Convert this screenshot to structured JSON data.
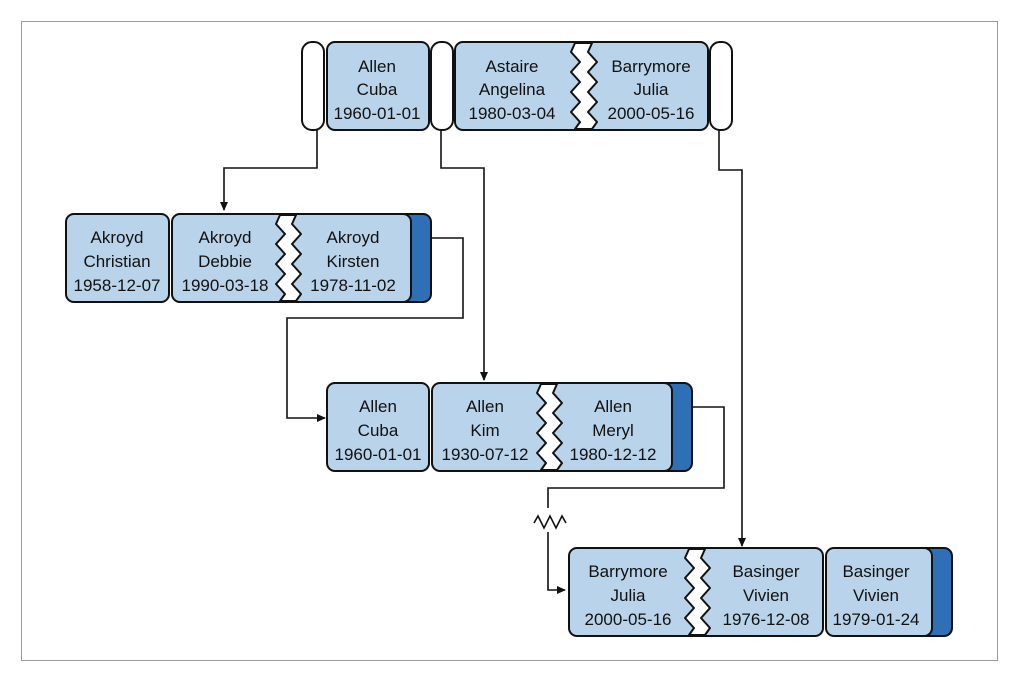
{
  "root": {
    "entries": [
      {
        "last": "Allen",
        "first": "Cuba",
        "date": "1960-01-01"
      },
      {
        "last": "Astaire",
        "first": "Angelina",
        "date": "1980-03-04"
      },
      {
        "last": "Barrymore",
        "first": "Julia",
        "date": "2000-05-16"
      }
    ]
  },
  "leaves": [
    {
      "entries": [
        {
          "last": "Akroyd",
          "first": "Christian",
          "date": "1958-12-07"
        },
        {
          "last": "Akroyd",
          "first": "Debbie",
          "date": "1990-03-18"
        },
        {
          "last": "Akroyd",
          "first": "Kirsten",
          "date": "1978-11-02"
        }
      ]
    },
    {
      "entries": [
        {
          "last": "Allen",
          "first": "Cuba",
          "date": "1960-01-01"
        },
        {
          "last": "Allen",
          "first": "Kim",
          "date": "1930-07-12"
        },
        {
          "last": "Allen",
          "first": "Meryl",
          "date": "1980-12-12"
        }
      ]
    },
    {
      "entries": [
        {
          "last": "Barrymore",
          "first": "Julia",
          "date": "2000-05-16"
        },
        {
          "last": "Basinger",
          "first": "Vivien",
          "date": "1976-12-08"
        },
        {
          "last": "Basinger",
          "first": "Vivien",
          "date": "1979-01-24"
        }
      ]
    }
  ],
  "colors": {
    "cell": "#b9d3ea",
    "marker": "#2f6fb6",
    "stroke": "#111111",
    "frame": "#9a9a9a"
  }
}
